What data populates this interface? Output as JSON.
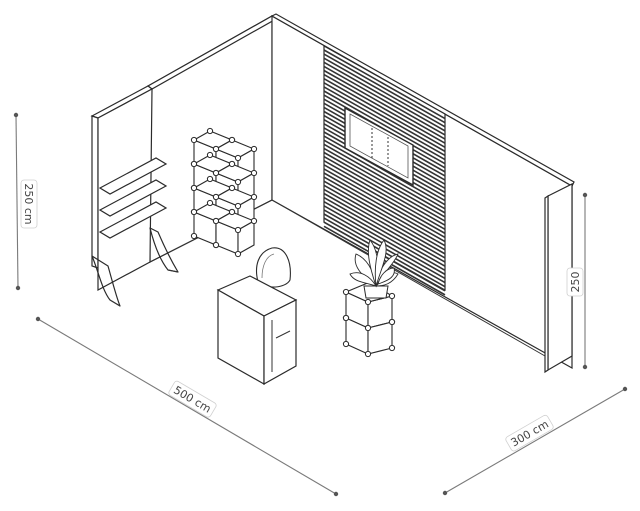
{
  "dimensions": {
    "height_left": "250 cm",
    "height_right": "250",
    "width_front": "500 cm",
    "depth_right": "300 cm"
  }
}
